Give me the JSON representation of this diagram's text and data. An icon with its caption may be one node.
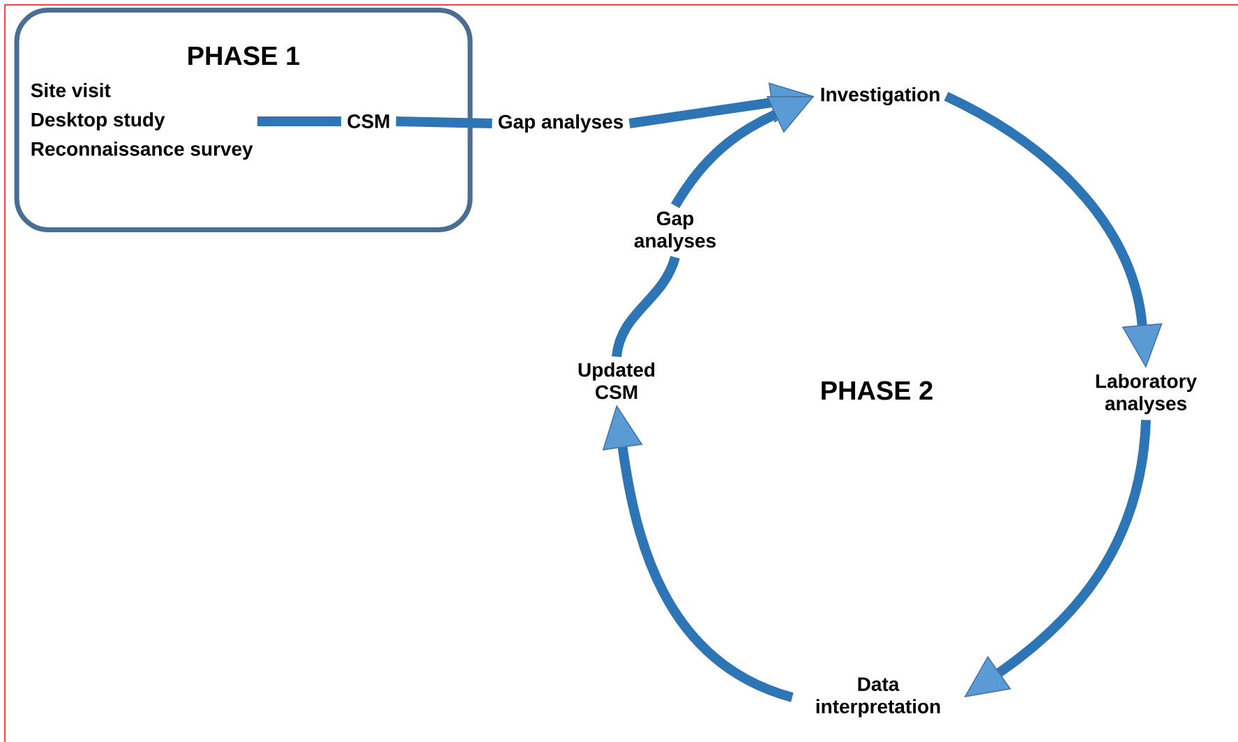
{
  "diagram": {
    "nodes": [
      {
        "text": [
          "PHASE 1"
        ]
      },
      {
        "text": [
          "Site visit",
          "Desktop study",
          "Reconnaissance survey"
        ],
        "in": 0
      },
      {
        "text": [
          "CSM"
        ],
        "in": 0
      },
      {
        "text": [
          "Gap analyses"
        ]
      },
      {
        "text": [
          "Investigation"
        ]
      },
      {
        "text": [
          "Laboratory analyses"
        ]
      },
      {
        "text": [
          "Data interpretation"
        ]
      },
      {
        "text": [
          "Updated CSM"
        ]
      },
      {
        "text": [
          "Gap analyses"
        ]
      }
    ],
    "edges": [
      {
        "from": 1,
        "to": 2,
        "arrow": "none"
      },
      {
        "from": 2,
        "to": 3,
        "arrow": "none"
      },
      {
        "from": 3,
        "to": 4,
        "arrow": "to"
      },
      {
        "from": 4,
        "to": 5,
        "arrow": "to"
      },
      {
        "from": 5,
        "to": 6,
        "arrow": "to"
      },
      {
        "from": 6,
        "to": 7,
        "arrow": "to"
      },
      {
        "from": 7,
        "to": 8,
        "arrow": "none"
      },
      {
        "from": 8,
        "to": 4,
        "arrow": "to"
      }
    ],
    "labels": [
      "PHASE 2"
    ]
  }
}
